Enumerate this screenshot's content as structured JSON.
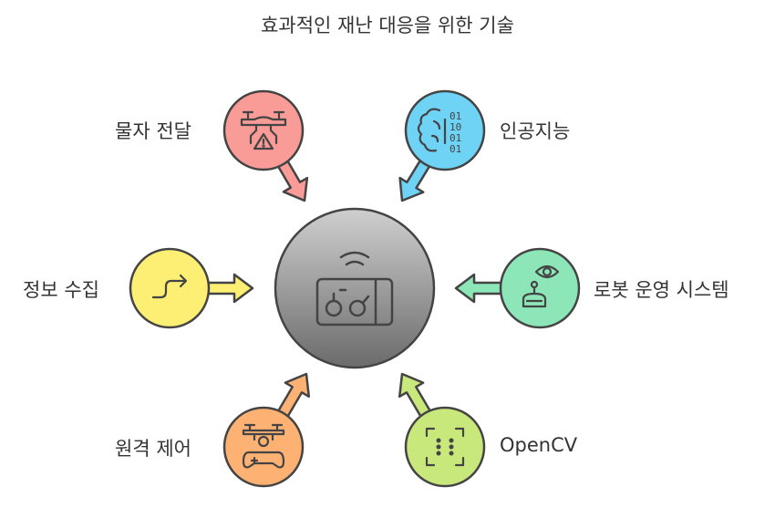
{
  "title": "효과적인 재난 대응을 위한 기술",
  "center": {
    "icon": "remote-controller-icon",
    "color_top": "#cfcfcf",
    "color_bottom": "#6b6b6b"
  },
  "nodes": [
    {
      "id": "delivery",
      "label": "물자 전달",
      "icon": "drone-warning-icon",
      "color": "#f99b96"
    },
    {
      "id": "ai",
      "label": "인공지능",
      "icon": "brain-binary-icon",
      "color": "#6fd3f5"
    },
    {
      "id": "info",
      "label": "정보 수집",
      "icon": "path-arrow-icon",
      "color": "#fcef74"
    },
    {
      "id": "robot",
      "label": "로봇 운영 시스템",
      "icon": "robot-eye-icon",
      "color": "#8ce6b8"
    },
    {
      "id": "remote",
      "label": "원격 제어",
      "icon": "drone-gamepad-icon",
      "color": "#fdb274"
    },
    {
      "id": "opencv",
      "label": "OpenCV",
      "icon": "scan-dots-icon",
      "color": "#c9e87c"
    }
  ]
}
